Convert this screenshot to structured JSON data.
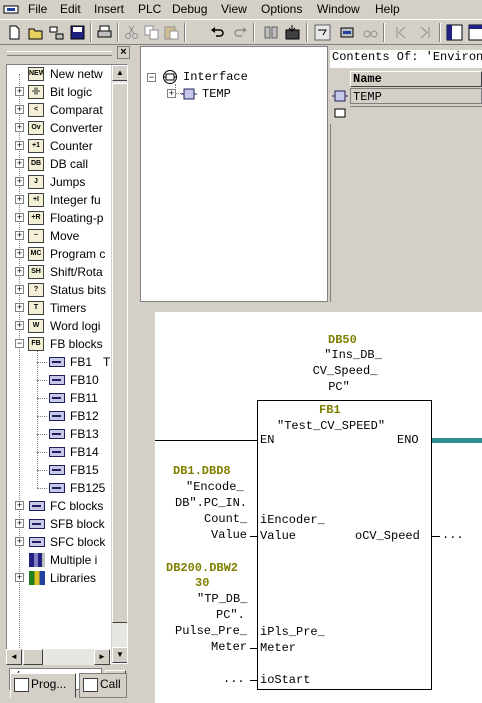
{
  "menubar": {
    "items": [
      "File",
      "Edit",
      "Insert",
      "PLC",
      "Debug",
      "View",
      "Options",
      "Window",
      "Help"
    ]
  },
  "toolbar": {
    "buttons": [
      "new-icon",
      "open-icon",
      "network-icon",
      "save-icon",
      "print-icon",
      "cut-icon",
      "copy-icon",
      "paste-icon",
      "undo-icon",
      "redo-icon",
      "download-icon",
      "upload-icon",
      "monitor-icon",
      "modify-icon",
      "glasses-icon",
      "first-icon",
      "last-icon",
      "window-icon"
    ]
  },
  "left_panel": {
    "tree": [
      {
        "label": "New netw",
        "icon": "NEW"
      },
      {
        "label": "Bit logic",
        "icon": "-||-"
      },
      {
        "label": "Comparat",
        "icon": "<"
      },
      {
        "label": "Converter",
        "icon": "Ov"
      },
      {
        "label": "Counter",
        "icon": "+1"
      },
      {
        "label": "DB call",
        "icon": "DB"
      },
      {
        "label": "Jumps",
        "icon": "J"
      },
      {
        "label": "Integer fu",
        "icon": "+I"
      },
      {
        "label": "Floating-p",
        "icon": "+R"
      },
      {
        "label": "Move",
        "icon": "~"
      },
      {
        "label": "Program c",
        "icon": "MC"
      },
      {
        "label": "Shift/Rota",
        "icon": "SH"
      },
      {
        "label": "Status bits",
        "icon": "?"
      },
      {
        "label": "Timers",
        "icon": "T"
      },
      {
        "label": "Word logi",
        "icon": "W"
      },
      {
        "label": "FB blocks",
        "icon": "FB"
      }
    ],
    "fb_children": [
      "FB1",
      "FB10",
      "FB11",
      "FB12",
      "FB13",
      "FB14",
      "FB15",
      "FB125"
    ],
    "fb1_suffix": "T",
    "tree_after": [
      {
        "label": "FC blocks"
      },
      {
        "label": "SFB block"
      },
      {
        "label": "SFC block"
      },
      {
        "label": "Multiple i"
      },
      {
        "label": "Libraries"
      }
    ],
    "input_value": "/",
    "input_button": "ᵗ<",
    "tabs": [
      "Prog...",
      "Call"
    ]
  },
  "interface": {
    "root": "Interface",
    "child": "TEMP"
  },
  "contents": {
    "header": "Contents Of: 'Environm",
    "column": "Name",
    "rows": [
      "TEMP"
    ]
  },
  "network": {
    "db_instance_addr": "DB50",
    "db_instance_name": [
      "\"Ins_DB_",
      "CV_Speed_",
      "PC\""
    ],
    "fb_name": "FB1",
    "fb_symbol": "\"Test_CV_SPEED\"",
    "en": "EN",
    "eno": "ENO",
    "in1_addr": "DB1.DBD8",
    "in1_sym": [
      "\"Encode_",
      "DB\".PC_IN.",
      "Count_",
      "Value"
    ],
    "in1_pin": [
      "iEncoder_",
      "Value"
    ],
    "out1_pin": "oCV_Speed",
    "out1_value": "...",
    "in2_addr": [
      "DB200.DBW2",
      "30"
    ],
    "in2_sym": [
      "\"TP_DB_",
      "PC\".",
      "Pulse_Pre_",
      "Meter"
    ],
    "in2_pin": [
      "iPls_Pre_",
      "Meter"
    ],
    "in3_value": "...",
    "in3_pin": "ioStart"
  }
}
